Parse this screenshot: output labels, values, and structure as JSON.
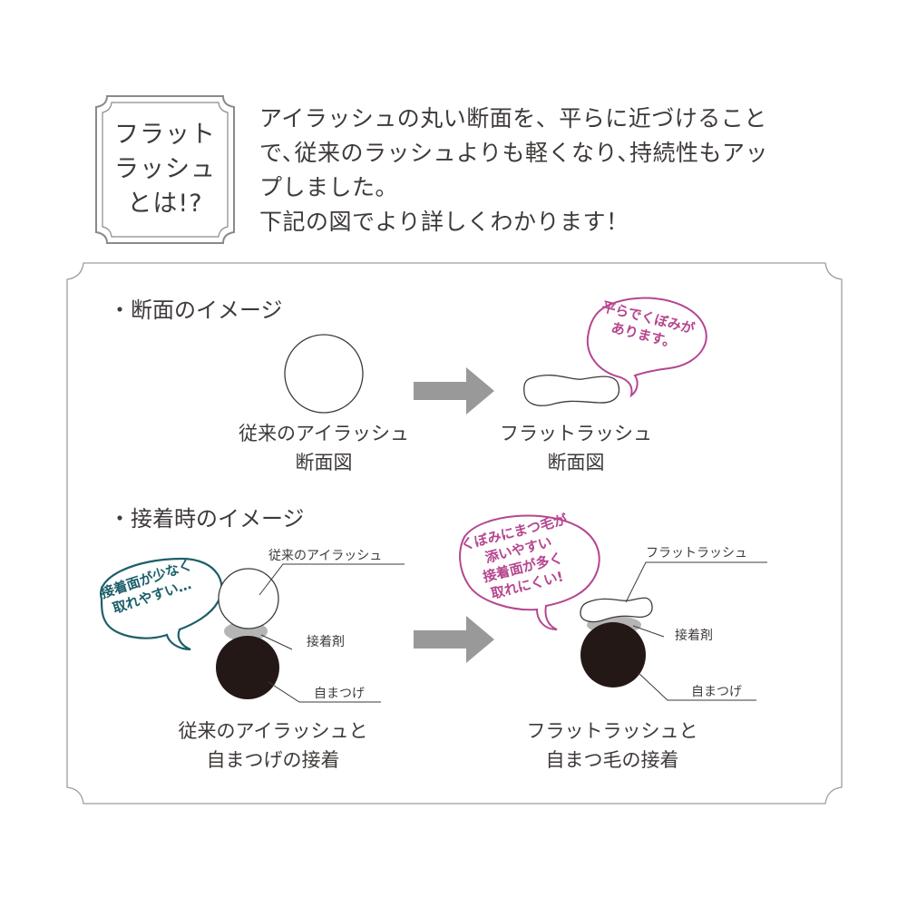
{
  "badge": {
    "lines": [
      "フラット",
      "ラッシュ",
      "とは!?"
    ]
  },
  "intro": {
    "lines": [
      "アイラッシュの丸い断面を、平らに近づけること",
      "で､従来のラッシュよりも軽くなり､持続性もアッ",
      "プしました。",
      "下記の図でより詳しくわかります！"
    ]
  },
  "section1": {
    "heading": "・断面のイメージ",
    "left_caption": [
      "従来のアイラッシュ",
      "断面図"
    ],
    "right_caption": [
      "フラットラッシュ",
      "断面図"
    ],
    "bubble": [
      "平らでくぼみが",
      "あります。"
    ]
  },
  "section2": {
    "heading": "・接着時のイメージ",
    "left": {
      "label_lash": "従来のアイラッシュ",
      "label_glue": "接着剤",
      "label_natural": "自まつげ",
      "caption": [
        "従来のアイラッシュと",
        "自まつげの接着"
      ],
      "bubble": [
        "接着面が少なく",
        "取れやすい…"
      ]
    },
    "right": {
      "label_lash": "フラットラッシュ",
      "label_glue": "接着剤",
      "label_natural": "自まつげ",
      "caption": [
        "フラットラッシュと",
        "自まつ毛の接着"
      ],
      "bubble": [
        "くぼみにまつ毛が",
        "添いやすい",
        "接着面が多く",
        "取れにくい!"
      ]
    }
  },
  "colors": {
    "text": "#3e3a39",
    "arrow": "#999999",
    "glue": "#b5b5b6",
    "natural_lash": "#231815",
    "pink": "#b5468f",
    "teal": "#1b5f6a"
  }
}
